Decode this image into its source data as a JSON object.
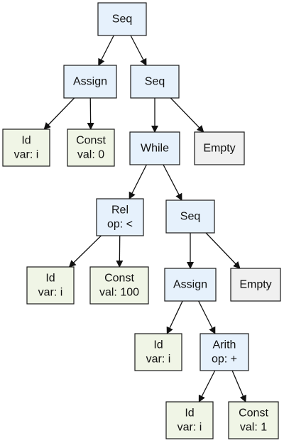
{
  "colors": {
    "structure_fill": "#e6f1fc",
    "leaf_fill": "#f0f5e6",
    "empty_fill": "#f0f0f0",
    "stroke": "#1a1a1a",
    "edge": "#111111"
  },
  "nodes": [
    {
      "id": "seq-1",
      "kind": "structure",
      "lines": [
        "Seq"
      ]
    },
    {
      "id": "assign-1",
      "kind": "structure",
      "lines": [
        "Assign"
      ]
    },
    {
      "id": "seq-2",
      "kind": "structure",
      "lines": [
        "Seq"
      ]
    },
    {
      "id": "id-1",
      "kind": "leaf",
      "lines": [
        "Id",
        "var: i"
      ]
    },
    {
      "id": "const-1",
      "kind": "leaf",
      "lines": [
        "Const",
        "val: 0"
      ]
    },
    {
      "id": "while-1",
      "kind": "structure",
      "lines": [
        "While"
      ]
    },
    {
      "id": "empty-1",
      "kind": "empty",
      "lines": [
        "Empty"
      ]
    },
    {
      "id": "rel-1",
      "kind": "structure",
      "lines": [
        "Rel",
        "op: <"
      ]
    },
    {
      "id": "seq-3",
      "kind": "structure",
      "lines": [
        "Seq"
      ]
    },
    {
      "id": "id-2",
      "kind": "leaf",
      "lines": [
        "Id",
        "var: i"
      ]
    },
    {
      "id": "const-2",
      "kind": "leaf",
      "lines": [
        "Const",
        "val: 100"
      ]
    },
    {
      "id": "assign-2",
      "kind": "structure",
      "lines": [
        "Assign"
      ]
    },
    {
      "id": "empty-2",
      "kind": "empty",
      "lines": [
        "Empty"
      ]
    },
    {
      "id": "id-3",
      "kind": "leaf",
      "lines": [
        "Id",
        "var: i"
      ]
    },
    {
      "id": "arith-1",
      "kind": "structure",
      "lines": [
        "Arith",
        "op: +"
      ]
    },
    {
      "id": "id-4",
      "kind": "leaf",
      "lines": [
        "Id",
        "var: i"
      ]
    },
    {
      "id": "const-3",
      "kind": "leaf",
      "lines": [
        "Const",
        "val: 1"
      ]
    }
  ],
  "edges": [
    [
      "seq-1",
      "assign-1"
    ],
    [
      "seq-1",
      "seq-2"
    ],
    [
      "assign-1",
      "id-1"
    ],
    [
      "assign-1",
      "const-1"
    ],
    [
      "seq-2",
      "while-1"
    ],
    [
      "seq-2",
      "empty-1"
    ],
    [
      "while-1",
      "rel-1"
    ],
    [
      "while-1",
      "seq-3"
    ],
    [
      "rel-1",
      "id-2"
    ],
    [
      "rel-1",
      "const-2"
    ],
    [
      "seq-3",
      "assign-2"
    ],
    [
      "seq-3",
      "empty-2"
    ],
    [
      "assign-2",
      "id-3"
    ],
    [
      "assign-2",
      "arith-1"
    ],
    [
      "arith-1",
      "id-4"
    ],
    [
      "arith-1",
      "const-3"
    ]
  ]
}
